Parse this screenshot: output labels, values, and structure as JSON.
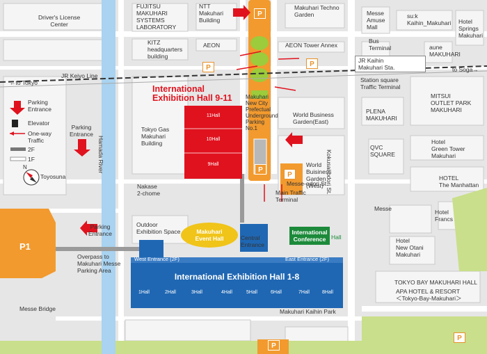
{
  "labels": {
    "drivers_license": "Driver's License\nCenter",
    "fujitsu": "FUJITSU\nMAKUHARI\nSYSTEMS\nLABORATORY",
    "ntt": "NTT\nMakuhari\nBuilding",
    "techno": "Makuhari Techno\nGarden",
    "amuse": "Messe\nAmuse\nMall",
    "suk": "su:k\nKaihin_Makuhari",
    "springs": "Hotel\nSprings\nMakuhari",
    "kitz": "KITZ\nheadquarters\nbuilding",
    "aeon": "AEON",
    "aeon_annex": "AEON Tower Annex",
    "bus_terminal": "Bus\nTerminal",
    "aune": "aune\nMAKUHARI",
    "to_tokyo": "←to Tokyo",
    "keiyo": "JR Keiyo Line",
    "jr_kaihin": "JR Kaihin\nMakuhari Sta.",
    "to_soga": "to Soga→",
    "station_sq": "Station square\nTraffic Terminal",
    "intl_9_11": "International\nExhibition Hall 9-11",
    "new_city": "Makuhari\nNew City\nPrefectual\nUnderground\nParking\nNo.1",
    "wbg_east": "World Business\nGarden(East)",
    "plena": "PLENA\nMAKUHARI",
    "mitsui": "MITSUI\nOUTLET PARK\nMAKUHARI",
    "kokusai": "Kokusai-odori St.",
    "parking_entrance": "Parking\nEntrance",
    "tokyo_gas": "Tokyo Gas\nMakuhari\nBuilding",
    "wbg_west": "World\nBuisiness\nGarden\n(West)",
    "qvc": "QVC\nSQUARE",
    "green_tower": "Hotel\nGreen Tower\nMakuhari",
    "manhattan": "HOTEL\nThe Manhattan",
    "hamada": "Hamada River",
    "toyosuna": "Toyosuna",
    "nakase": "Nakase\n2-chome",
    "messe_odori": "Messe-odori St.",
    "main_traffic": "Main Traffic\nTerminal",
    "messe": "Messe",
    "francs": "Hotel\nFrancs",
    "outdoor": "Outdoor\nExhibition Space",
    "event_hall": "Makuhari\nEvent Hall",
    "central_entrance": "Central\nEntrance",
    "intl_conf": "International\nConference",
    "hall_small": "Hall",
    "parking_entrance2": "Parking\nEntrance",
    "new_otani": "Hotel\nNew Otani\nMakuhari",
    "overpass": "Overpass to\nMakuhari Messe\nParking Area",
    "west_entrance": "West Entrance (2F)",
    "east_entrance": "East Entrance (2F)",
    "intl_1_8": "International Exhibition Hall 1-8",
    "tokyo_bay": "TOKYO BAY MAKUHARI HALL",
    "apa": "APA HOTEL & RESORT\n＜Tokyo-Bay-Makuhari＞",
    "messe_bridge": "Messe Bridge",
    "kaihin_park": "Makuhari Kaihin Park",
    "p1": "P1",
    "p": "P",
    "north": "N"
  },
  "halls_9_11": [
    "11Hall",
    "10Hall",
    "9Hall"
  ],
  "halls_1_8": [
    "1Hall",
    "2Hall",
    "3Hall",
    "4Hall",
    "5Hall",
    "6Hall",
    "7Hall",
    "8Hall"
  ],
  "legend": {
    "parking_entrance": "Parking\nEntrance",
    "elevator": "Elevator",
    "one_way": "One-way\nTraffic",
    "f2": "2F",
    "f1": "1F"
  },
  "colors": {
    "hall_red": "#e0121e",
    "hall_blue": "#1f67b3",
    "orange": "#f29a2e",
    "yellow_green": "#9ccb3b",
    "event_yellow": "#f0c419",
    "conference_green": "#1c8a3a"
  }
}
